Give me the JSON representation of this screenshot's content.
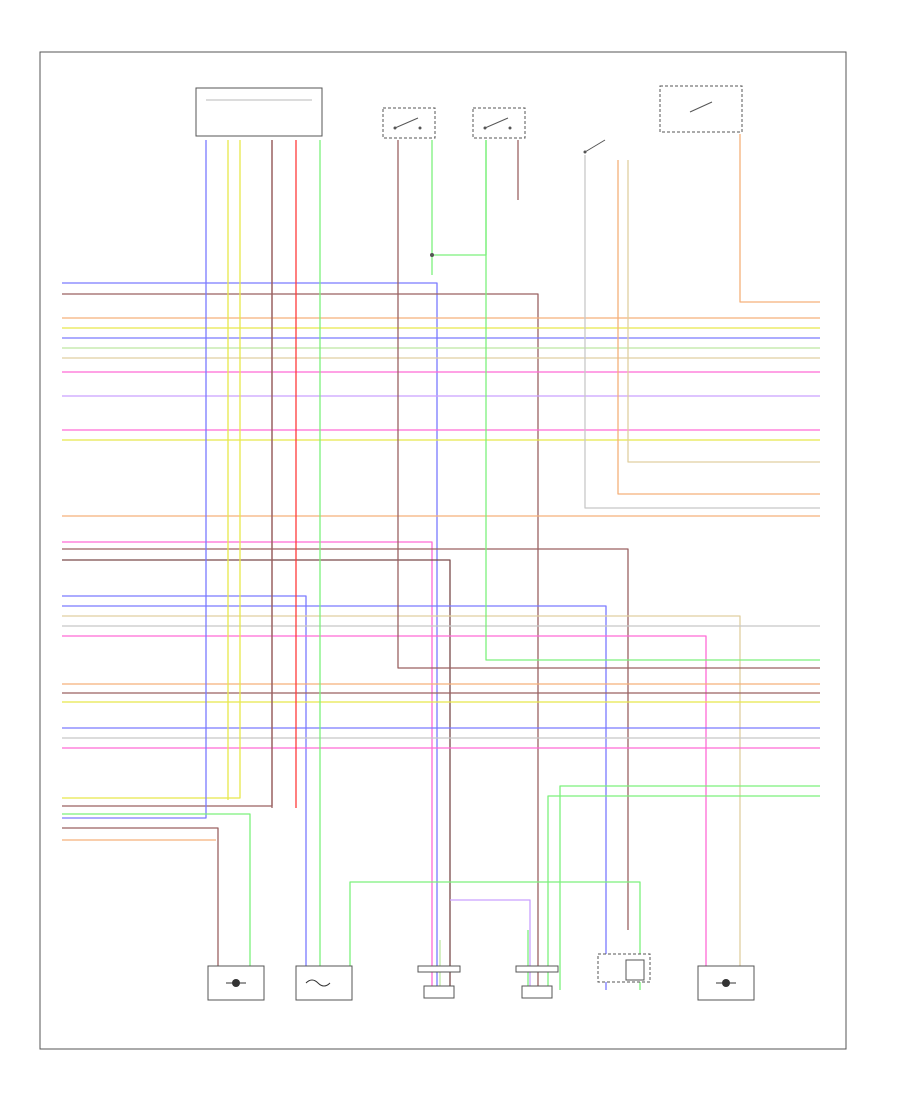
{
  "diagram": {
    "footer_code": "",
    "top_components": [
      {
        "id": "pcm-connector",
        "label_lines": [
          "",
          "",
          ""
        ]
      },
      {
        "id": "left-front-door-switch",
        "label_lines": [
          "",
          "",
          "",
          ""
        ]
      },
      {
        "id": "left-rear-door-switch",
        "label_lines": [
          "",
          "",
          ""
        ]
      },
      {
        "id": "transmission-range-sensor",
        "label_lines": [
          "",
          "",
          ""
        ]
      },
      {
        "id": "traction-relay",
        "label_lines": [
          "",
          "",
          ""
        ]
      }
    ],
    "bottom_components": [
      {
        "id": "knock-sensor-1",
        "label_lines": [
          "",
          "",
          "",
          ""
        ]
      },
      {
        "id": "output-speed-sensor",
        "label_lines": [
          "",
          "",
          "",
          "",
          ""
        ]
      },
      {
        "id": "camshaft-position-sensor-left",
        "label_lines": [
          "",
          "",
          "",
          ""
        ]
      },
      {
        "id": "camshaft-position-sensor-right",
        "label_lines": [
          "",
          "",
          "",
          ""
        ]
      },
      {
        "id": "crankshaft-position-sensor",
        "label_lines": [
          "",
          "",
          "",
          "",
          ""
        ]
      },
      {
        "id": "knock-sensor-2",
        "label_lines": [
          "",
          "",
          "",
          ""
        ]
      }
    ],
    "wire_colors": {
      "blue": "#7a7aff",
      "yellow": "#e8e84a",
      "pink": "#ff6ad5",
      "red": "#ff3b3b",
      "green": "#7cf07c",
      "brown": "#9a6262",
      "orange": "#f5b07a",
      "lightgreen": "#bde8a0",
      "tan": "#e0cfa0",
      "gray": "#c8c8c8",
      "lavender": "#c9a0ff",
      "darkbrown": "#7a4a4a"
    }
  }
}
